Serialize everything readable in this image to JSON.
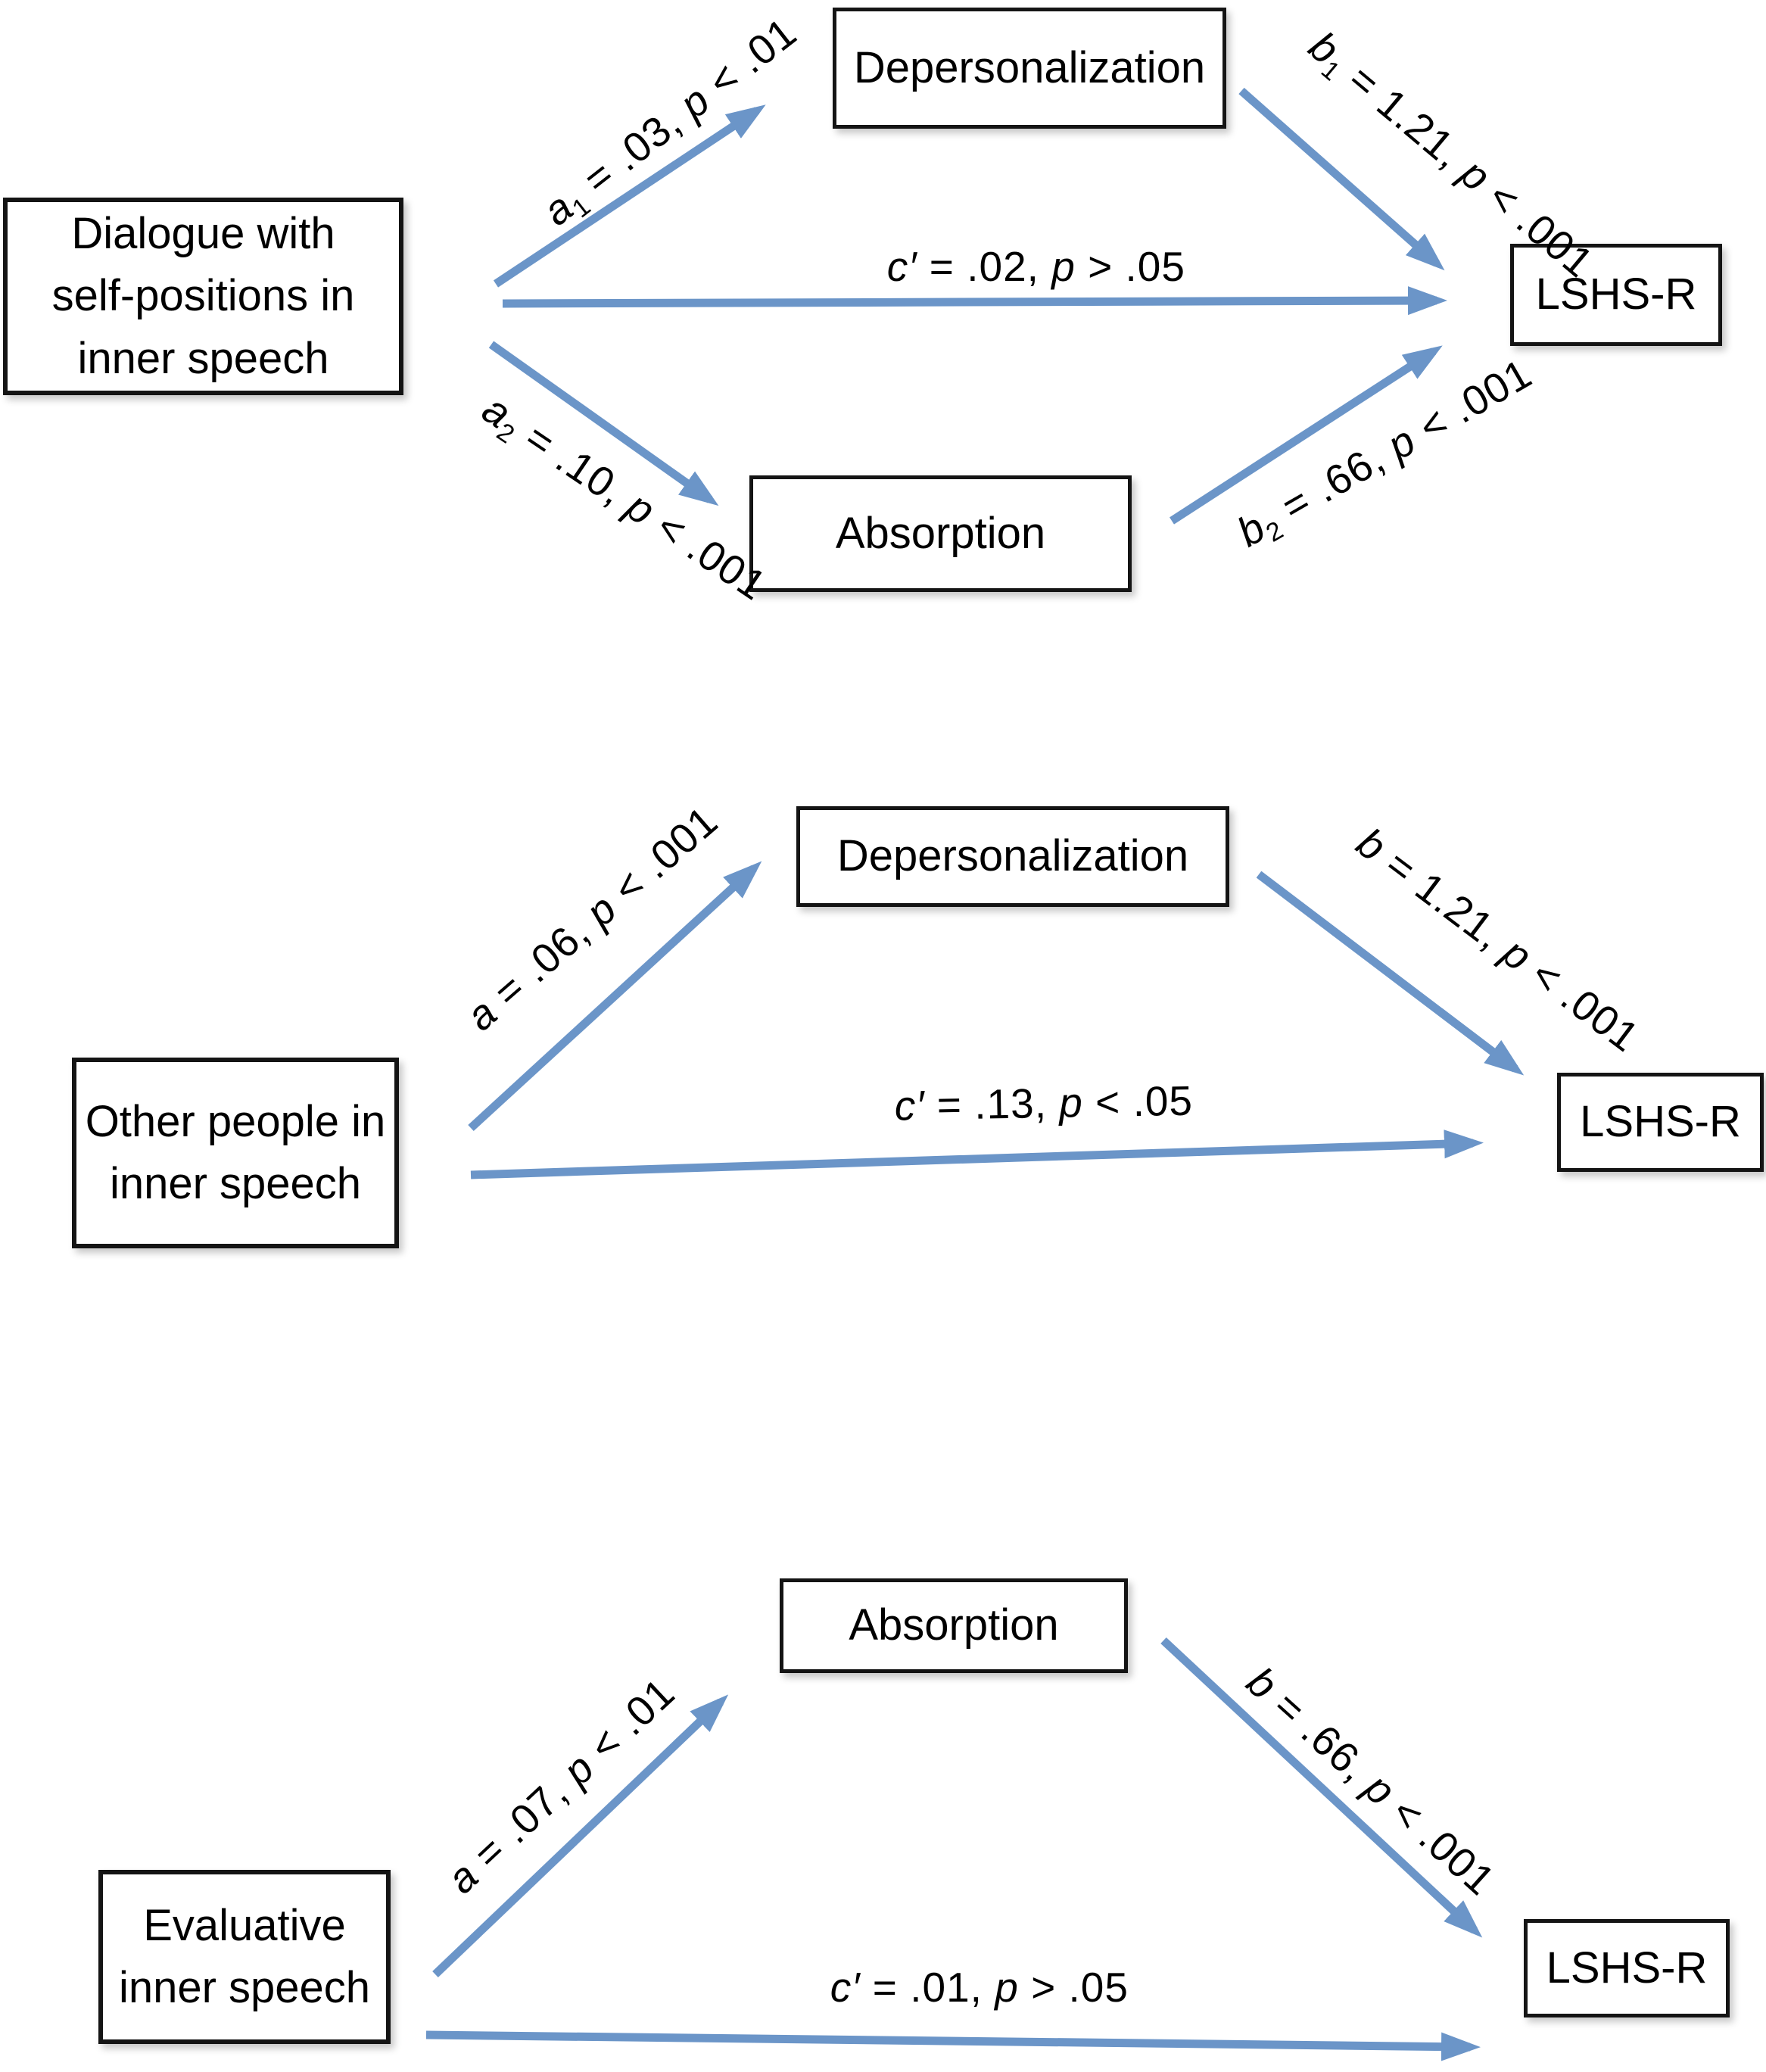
{
  "figure": {
    "background": "#ffffff",
    "arrow_color": "#6b95c8",
    "box_border_color": "#141414",
    "box_fill": "#ffffff",
    "text_color": "#000000",
    "description": "Three mediation path models predicting LSHS-R hallucination proneness from inner speech variables via depersonalization and absorption"
  },
  "models": [
    {
      "predictor": {
        "lines": [
          "Dialogue with",
          "self-positions in",
          "inner speech"
        ]
      },
      "mediators": [
        {
          "label": "Depersonalization"
        },
        {
          "label": "Absorption"
        }
      ],
      "outcome": {
        "label": "LSHS-R"
      },
      "paths": {
        "a1": {
          "coef": "a",
          "sub": "1",
          "mid": " = .03, ",
          "p": "p",
          "tail": " < .01"
        },
        "a2": {
          "coef": "a",
          "sub": "2",
          "mid": " = .10, ",
          "p": "p",
          "tail": " < .001"
        },
        "b1": {
          "coef": "b",
          "sub": "1",
          "mid": " = 1.21, ",
          "p": "p",
          "tail": " < .001"
        },
        "b2": {
          "coef": "b",
          "sub": "2",
          "mid": " = .66, ",
          "p": "p",
          "tail": " < .001"
        },
        "c": {
          "coef": "c′",
          "mid": " = .02, ",
          "p": "p",
          "tail": " > .05"
        }
      }
    },
    {
      "predictor": {
        "lines": [
          "Other people in",
          "inner speech"
        ]
      },
      "mediators": [
        {
          "label": "Depersonalization"
        }
      ],
      "outcome": {
        "label": "LSHS-R"
      },
      "paths": {
        "a": {
          "coef": "a",
          "mid": " = .06, ",
          "p": "p",
          "tail": " < .001"
        },
        "b": {
          "coef": "b",
          "mid": " = 1.21, ",
          "p": "p",
          "tail": " < .001"
        },
        "c": {
          "coef": "c′",
          "mid": " = .13, ",
          "p": "p",
          "tail": " < .05"
        }
      }
    },
    {
      "predictor": {
        "lines": [
          "Evaluative",
          "inner speech"
        ]
      },
      "mediators": [
        {
          "label": "Absorption"
        }
      ],
      "outcome": {
        "label": "LSHS-R"
      },
      "paths": {
        "a": {
          "coef": "a",
          "mid": " = .07, ",
          "p": "p",
          "tail": " < .01"
        },
        "b": {
          "coef": "b",
          "mid": " = .66, ",
          "p": "p",
          "tail": " < .001"
        },
        "c": {
          "coef": "c′",
          "mid": " = .01, ",
          "p": "p",
          "tail": " > .05"
        }
      }
    }
  ]
}
